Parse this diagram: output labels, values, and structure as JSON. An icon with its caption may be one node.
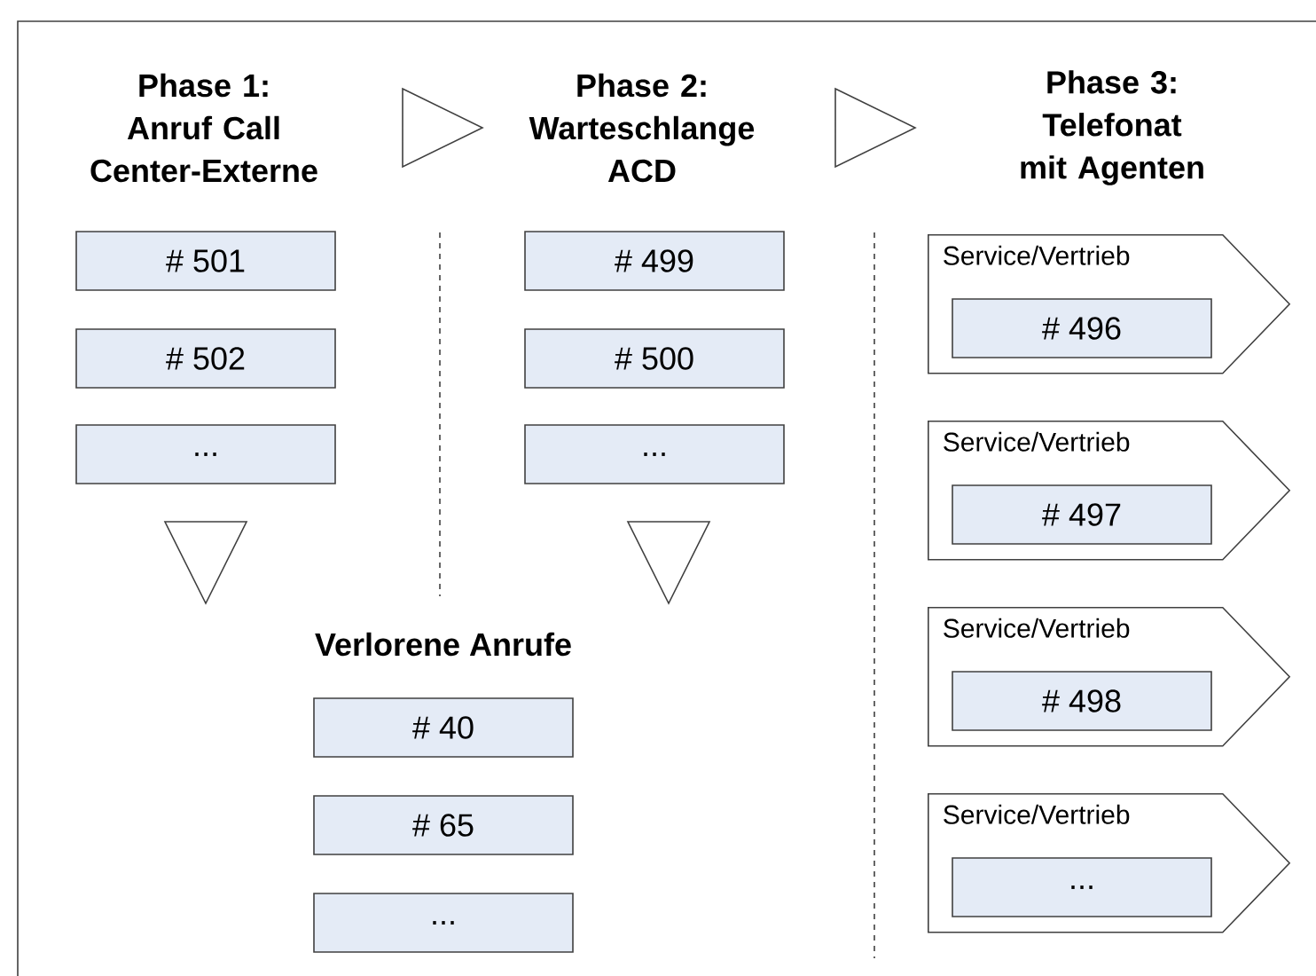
{
  "diagram": {
    "nodes": [
      {
        "text": [
          "Phase 1:",
          "Anruf Call Center-Externe"
        ]
      },
      {
        "text": [
          "Phase 2:",
          "Warteschlange ACD"
        ]
      },
      {
        "text": [
          "Phase 3:",
          "Telefonat mit Agenten"
        ]
      },
      {
        "text": [
          "# 501"
        ]
      },
      {
        "text": [
          "# 502"
        ]
      },
      {
        "text": [
          "..."
        ]
      },
      {
        "text": [
          "# 499"
        ]
      },
      {
        "text": [
          "# 500"
        ]
      },
      {
        "text": [
          "..."
        ]
      },
      {
        "text": [
          "Verlorene Anrufe"
        ]
      },
      {
        "text": [
          "# 40"
        ]
      },
      {
        "text": [
          "# 65"
        ]
      },
      {
        "text": [
          "..."
        ]
      },
      {
        "text": [
          "Service/Vertrieb"
        ]
      },
      {
        "text": [
          "# 496"
        ],
        "in": 13
      },
      {
        "text": [
          "Service/Vertrieb"
        ]
      },
      {
        "text": [
          "# 497"
        ],
        "in": 15
      },
      {
        "text": [
          "Service/Vertrieb"
        ]
      },
      {
        "text": [
          "# 498"
        ],
        "in": 17
      },
      {
        "text": [
          "Service/Vertrieb"
        ]
      },
      {
        "text": [
          "..."
        ],
        "in": 19
      }
    ]
  }
}
